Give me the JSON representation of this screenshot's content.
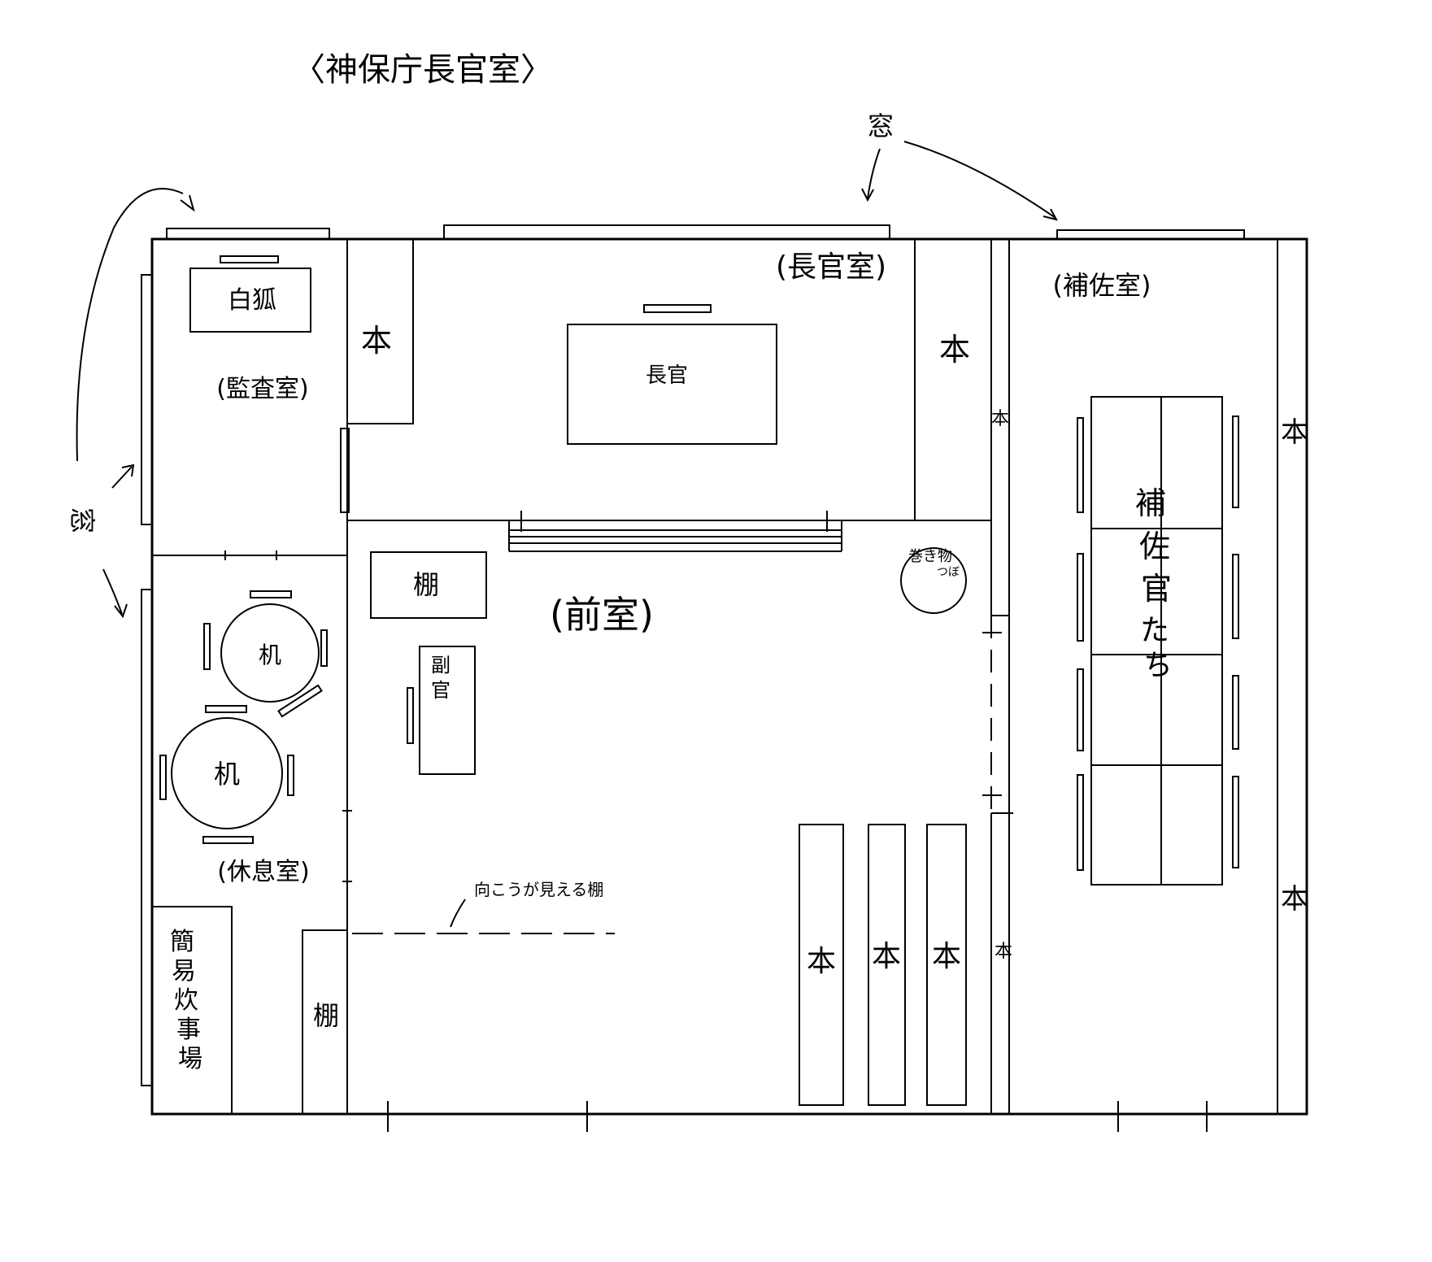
{
  "title": "〈神保庁長官室〉",
  "window_note_top": "窓",
  "window_note_left": "窓",
  "rooms": {
    "chief": "(長官室)",
    "assistant": "(補佐室)",
    "audit": "(監査室)",
    "front": "(前室)",
    "rest": "(休息室)"
  },
  "desks": {
    "chief_desk": "長官",
    "shirogitsune": "白狐",
    "deputy": "副",
    "deputy2": "官",
    "assistants_line1": "補",
    "assistants_line2": "佐",
    "assistants_line3": "官",
    "assistants_line4": "た",
    "assistants_line5": "ち"
  },
  "tables": {
    "table_upper": "机",
    "table_lower": "机"
  },
  "kitchen": [
    "簡",
    "易",
    "炊",
    "事",
    "場"
  ],
  "shelf": "棚",
  "book": "本",
  "scroll_pot_line1": "巻き物",
  "scroll_pot_line2": "つぼ",
  "see_through_shelf": "向こうが見える棚"
}
